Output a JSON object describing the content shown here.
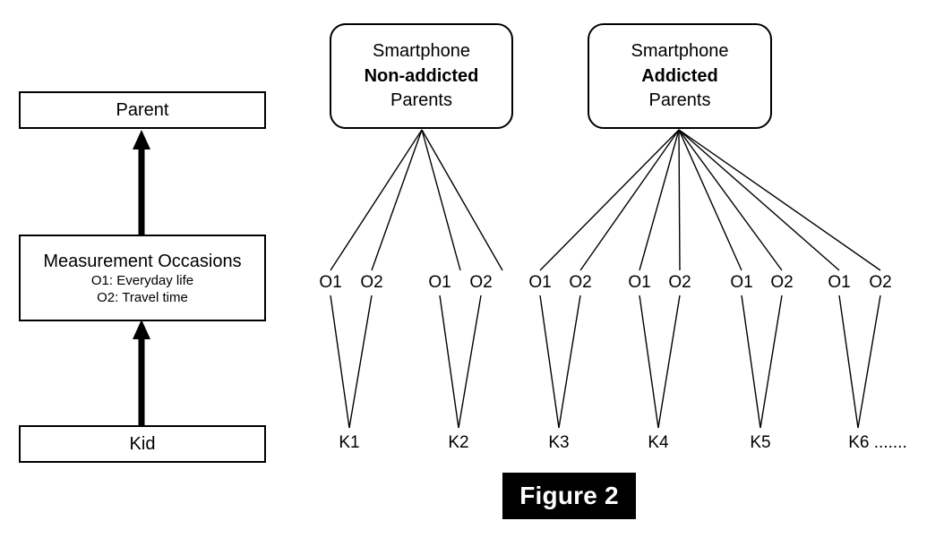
{
  "figure": {
    "caption": "Figure 2"
  },
  "legend_panel": {
    "parent_box": {
      "title": "Parent"
    },
    "measurement_box": {
      "title": "Measurement Occasions",
      "line1": "O1: Everyday life",
      "line2": "O2: Travel time"
    },
    "kid_box": {
      "title": "Kid"
    },
    "arrow_kid_to_measurement": "arrow-up",
    "arrow_measurement_to_parent": "arrow-up"
  },
  "groups": [
    {
      "id": "non-addicted",
      "line1": "Smartphone",
      "line2": "Non-addicted",
      "line3": "Parents",
      "occasions": [
        "O1",
        "O2",
        "O1",
        "O2"
      ],
      "kids": [
        "K1",
        "K2"
      ]
    },
    {
      "id": "addicted",
      "line1": "Smartphone",
      "line2": "Addicted",
      "line3": "Parents",
      "occasions": [
        "O1",
        "O2",
        "O1",
        "O2",
        "O1",
        "O2",
        "O1",
        "O2"
      ],
      "kids": [
        "K3",
        "K4",
        "K5",
        "K6 ......."
      ]
    }
  ],
  "occasion_labels": [
    "O1",
    "O2",
    "O1",
    "O2",
    "O1",
    "O2",
    "O1",
    "O2",
    "O1",
    "O2",
    "O1",
    "O2"
  ],
  "kid_labels": [
    "K1",
    "K2",
    "K3",
    "K4",
    "K5",
    "K6 ......."
  ],
  "colors": {
    "background": "#FFFFFF",
    "stroke": "#000000",
    "text": "#000000",
    "caption_background": "#000000",
    "caption_text": "#FFFFFF"
  }
}
